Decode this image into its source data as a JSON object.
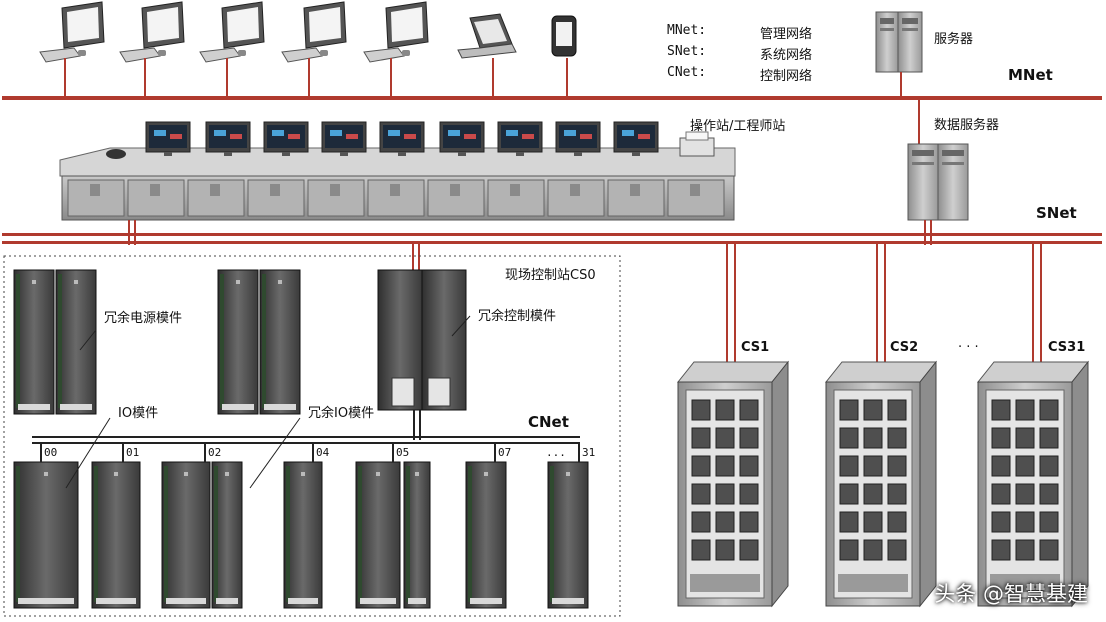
{
  "legend": [
    {
      "abbr": "MNet:",
      "name": "管理网络"
    },
    {
      "abbr": "SNet:",
      "name": "系统网络"
    },
    {
      "abbr": "CNet:",
      "name": "控制网络"
    }
  ],
  "labels": {
    "server": "服务器",
    "mnet": "MNet",
    "operator_station": "操作站/工程师站",
    "data_server": "数据服务器",
    "snet": "SNet",
    "field_station": "现场控制站CS0",
    "redundant_power": "冗余电源模件",
    "redundant_control": "冗余控制模件",
    "io_module": "IO模件",
    "redundant_io": "冗余IO模件",
    "cnet": "CNet",
    "cs1": "CS1",
    "cs2": "CS2",
    "cs_dots": "· · ·",
    "cs31": "CS31"
  },
  "slots": [
    "00",
    "01",
    "02",
    "04",
    "05",
    "07",
    "...",
    "31"
  ],
  "watermark": "头条 @智慧基建",
  "colors": {
    "network_line": "#b03a2e",
    "cabinet": "#a8a8a8",
    "module": "#4a4a4a"
  }
}
